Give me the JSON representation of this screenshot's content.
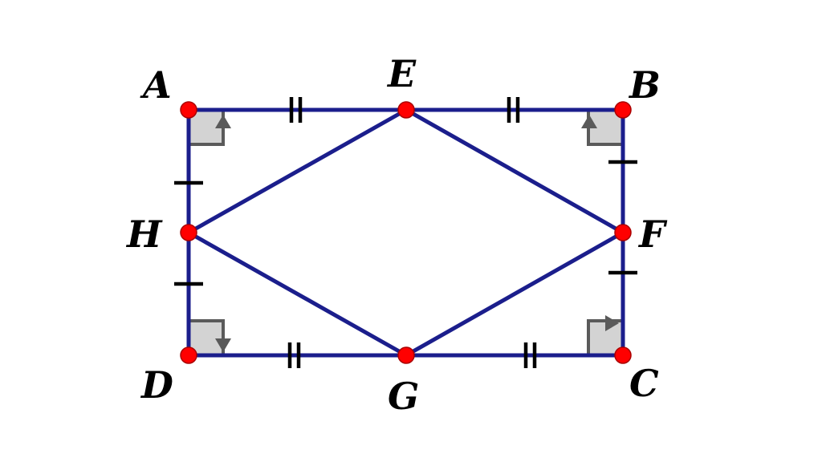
{
  "figure": {
    "points": [
      {
        "id": "A",
        "label": "A"
      },
      {
        "id": "E",
        "label": "E"
      },
      {
        "id": "B",
        "label": "B"
      },
      {
        "id": "H",
        "label": "H"
      },
      {
        "id": "F",
        "label": "F"
      },
      {
        "id": "D",
        "label": "D"
      },
      {
        "id": "G",
        "label": "G"
      },
      {
        "id": "C",
        "label": "C"
      }
    ],
    "segments": [
      [
        "A",
        "E"
      ],
      [
        "E",
        "B"
      ],
      [
        "B",
        "F"
      ],
      [
        "F",
        "C"
      ],
      [
        "C",
        "G"
      ],
      [
        "G",
        "D"
      ],
      [
        "D",
        "H"
      ],
      [
        "H",
        "A"
      ],
      [
        "E",
        "F"
      ],
      [
        "F",
        "G"
      ],
      [
        "G",
        "H"
      ],
      [
        "H",
        "E"
      ]
    ],
    "equal_marks": {
      "double": [
        [
          "A",
          "E"
        ],
        [
          "E",
          "B"
        ],
        [
          "D",
          "G"
        ],
        [
          "G",
          "C"
        ]
      ],
      "single": [
        [
          "A",
          "H"
        ],
        [
          "H",
          "D"
        ],
        [
          "B",
          "F"
        ],
        [
          "F",
          "C"
        ]
      ]
    },
    "right_angles": [
      "A",
      "B",
      "C",
      "D"
    ],
    "colors": {
      "segment": "#1b1e8c",
      "vertex": "#ff0000",
      "right_angle_fill": "#d3d3d3",
      "right_angle_stroke": "#5a5a5a"
    }
  }
}
